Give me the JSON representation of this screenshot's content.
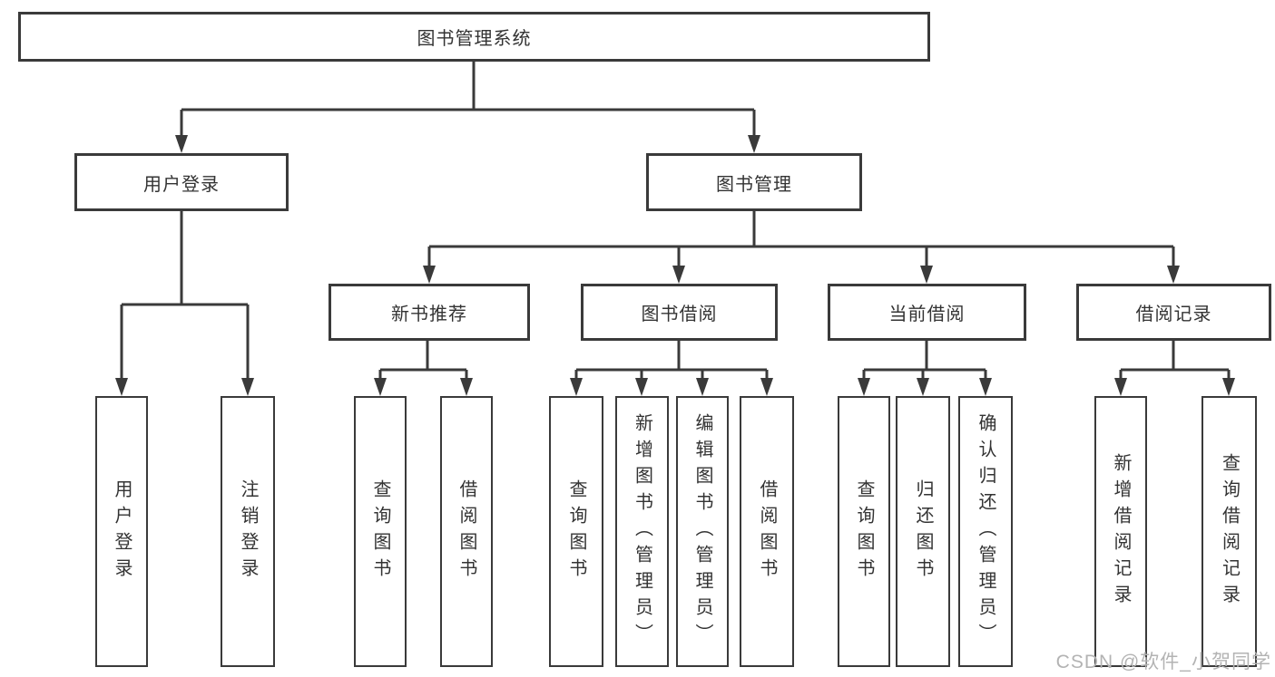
{
  "tree": {
    "label": "图书管理系统",
    "children": [
      {
        "label": "用户登录",
        "children": [
          {
            "label": "用户登录"
          },
          {
            "label": "注销登录"
          }
        ]
      },
      {
        "label": "图书管理",
        "children": [
          {
            "label": "新书推荐",
            "children": [
              {
                "label": "查询图书"
              },
              {
                "label": "借阅图书"
              }
            ]
          },
          {
            "label": "图书借阅",
            "children": [
              {
                "label": "查询图书"
              },
              {
                "label": "新增图书（管理员）"
              },
              {
                "label": "编辑图书（管理员）"
              },
              {
                "label": "借阅图书"
              }
            ]
          },
          {
            "label": "当前借阅",
            "children": [
              {
                "label": "查询图书"
              },
              {
                "label": "归还图书"
              },
              {
                "label": "确认归还（管理员）"
              }
            ]
          },
          {
            "label": "借阅记录",
            "children": [
              {
                "label": "新增借阅记录"
              },
              {
                "label": "查询借阅记录"
              }
            ]
          }
        ]
      }
    ]
  },
  "watermark": {
    "text": "CSDN @软件_小贺同学"
  },
  "colors": {
    "line": "#3a3a3a",
    "box_border": "#3a3a3a",
    "text": "#333333",
    "background": "#ffffff",
    "watermark": "#b3b3b3"
  }
}
